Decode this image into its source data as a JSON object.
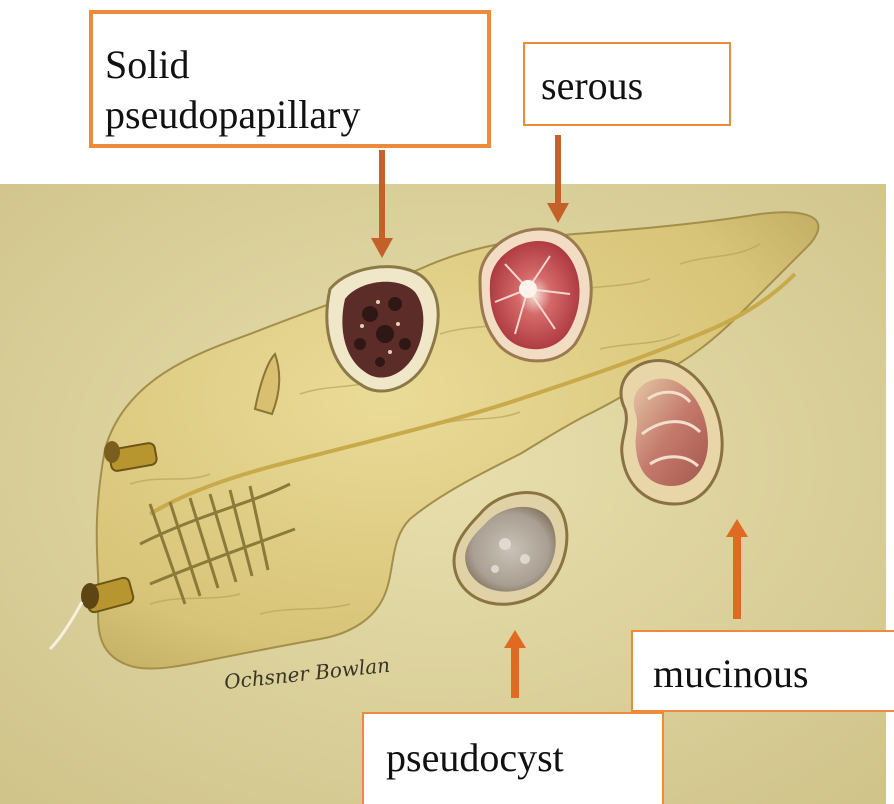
{
  "figure": {
    "labels": {
      "solid_pseudopapillary": "Solid\npseudopapillary",
      "serous": "serous",
      "mucinous": "mucinous",
      "pseudocyst": "pseudocyst"
    },
    "signature": "Ochsner Bowlan"
  },
  "colors": {
    "label_border": "#ee8a3c",
    "arrow_down": "#c4612a",
    "arrow_up": "#e06a22",
    "background_paper": "#ddd29a",
    "pancreas_tissue": "#d9c57a",
    "solid_lesion": "#5a2a26",
    "serous_lesion": "#c2474a",
    "mucinous_lesion": "#b86a60"
  },
  "icons": {
    "arrow_down": "arrow-down-icon",
    "arrow_up": "arrow-up-icon"
  }
}
